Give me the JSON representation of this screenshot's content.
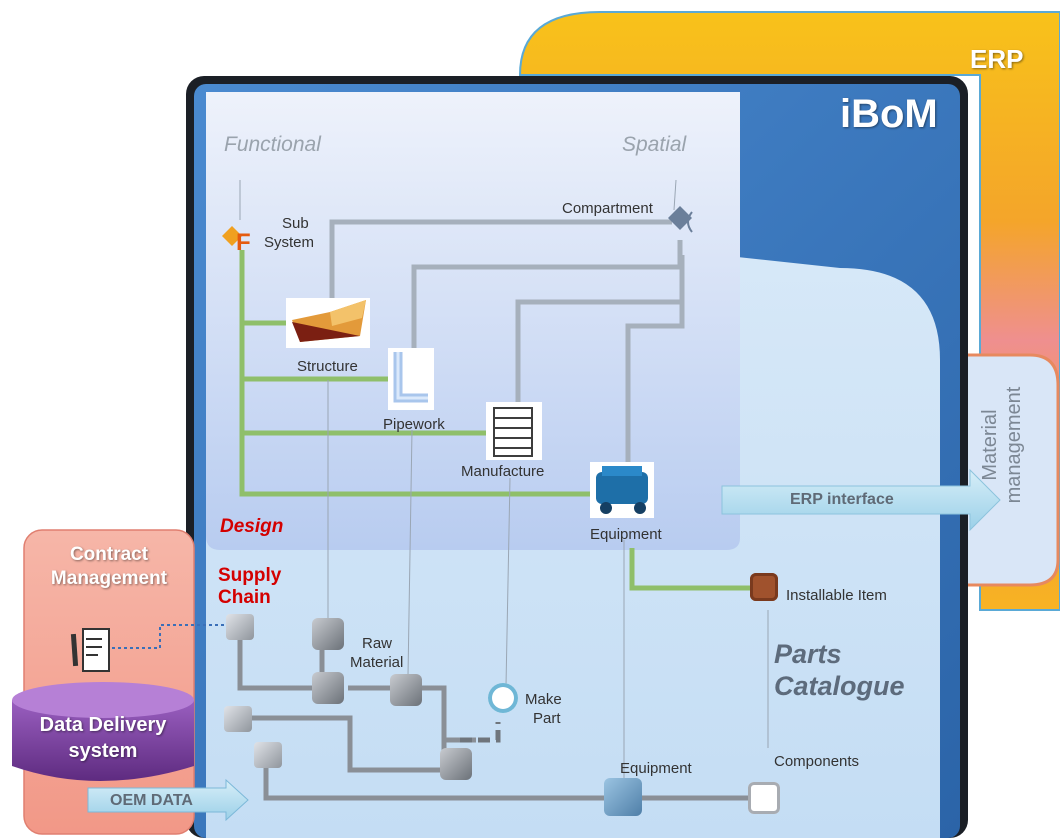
{
  "erp": {
    "label": "ERP"
  },
  "ibom": {
    "label": "iBoM"
  },
  "material_management": {
    "label_line1": "Material",
    "label_line2": "management"
  },
  "erp_interface": {
    "label": "ERP interface"
  },
  "design": {
    "functional": "Functional",
    "spatial": "Spatial",
    "sub_system": [
      "Sub",
      "System"
    ],
    "compartment": "Compartment",
    "structure": "Structure",
    "pipework": "Pipework",
    "manufacture": "Manufacture",
    "equipment": "Equipment",
    "design_label": "Design"
  },
  "supply_chain": {
    "label_line1": "Supply",
    "label_line2": "Chain",
    "installable_item": "Installable Item",
    "raw_material": [
      "Raw",
      "Material"
    ],
    "make_part": [
      "Make",
      "Part"
    ],
    "equipment": "Equipment",
    "components": "Components",
    "parts_catalogue": [
      "Parts",
      "Catalogue"
    ]
  },
  "contract_management": {
    "label_line1": "Contract",
    "label_line2": "Management"
  },
  "data_delivery": {
    "label_line1": "Data Delivery",
    "label_line2": "system"
  },
  "oem_data": {
    "label": "OEM DATA"
  },
  "colors": {
    "erp_orange": "#f7a21b",
    "ibom_blue": "#3f7fc4",
    "design_panel": "#e8eefa",
    "parts_panel": "#cde3f6",
    "green_line": "#8fbf6a",
    "grey_line": "#9aa6b4",
    "contract_pink": "#f3a79b",
    "cylinder_purple": "#7a3f9e"
  },
  "icons": [
    "function-f-icon",
    "compartment-icon",
    "ship-structure-icon",
    "pipe-icon",
    "shelf-rack-icon",
    "engine-icon",
    "gear-icon",
    "cart-icon",
    "document-pen-icon"
  ]
}
